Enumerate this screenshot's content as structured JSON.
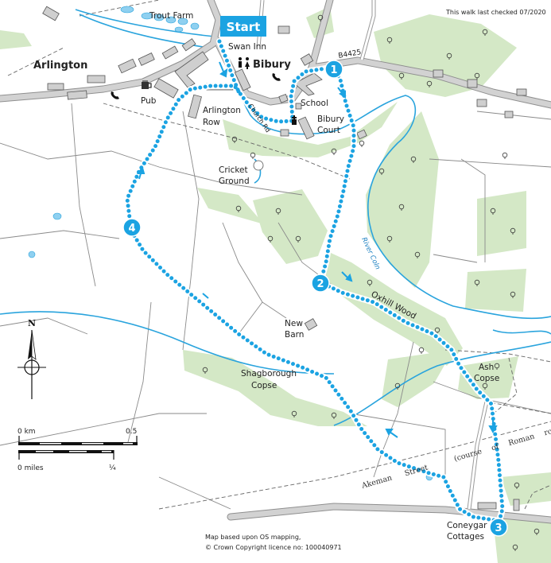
{
  "header": {
    "start_label": "Start",
    "checked_note": "This walk last checked 07/2020"
  },
  "colors": {
    "route": "#1ba3e2",
    "woodland": "#d4e8c6",
    "river": "#2aa4dd",
    "road": "#d2d2d2",
    "building": "#cfcfcf"
  },
  "waypoints": [
    "1",
    "2",
    "3",
    "4"
  ],
  "places": {
    "trout_farm": "Trout Farm",
    "swan_inn": "Swan Inn",
    "bibury": "Bibury",
    "arlington": "Arlington",
    "pub": "Pub",
    "arlington_row": [
      "Arlington",
      "Row"
    ],
    "church_rd": "Church Rd",
    "school": "School",
    "bibury_court": [
      "Bibury",
      "Court"
    ],
    "b4425": "B4425",
    "cricket_ground": [
      "Cricket",
      "Ground"
    ],
    "river_coln": "River Coln",
    "oxhill_wood": "Oxhill Wood",
    "new_barn": [
      "New",
      "Barn"
    ],
    "shagborough_copse": [
      "Shagborough",
      "Copse"
    ],
    "ash_copse": [
      "Ash",
      "Copse"
    ],
    "roman_road": "(course of Roman road)",
    "akeman_street": "Akeman Street",
    "coneygar_cottages": [
      "Coneygar",
      "Cottages"
    ]
  },
  "icons": [
    "toilets-icon",
    "telephone-icon",
    "church-icon",
    "pub-icon",
    "north-arrow-icon",
    "tree-icon"
  ],
  "compass": {
    "north": "N"
  },
  "scale": {
    "km_start": "0 km",
    "km_end": "0.5",
    "miles_start": "0 miles",
    "miles_end": "¼"
  },
  "credit": [
    "Map based upon OS mapping,",
    "© Crown Copyright licence no: 100040971"
  ]
}
